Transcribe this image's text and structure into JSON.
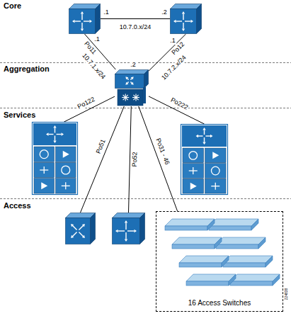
{
  "diagram": {
    "nodes": [
      {
        "text": []
      },
      {
        "text": []
      },
      {
        "text": []
      },
      {
        "text": []
      },
      {
        "text": []
      },
      {
        "text": []
      },
      {
        "text": []
      },
      {
        "text": [
          "16 Access Switches"
        ]
      }
    ],
    "edges": [
      {
        "from": 0,
        "to": 1,
        "arrow": "none",
        "label": "10.7.0.x/24"
      },
      {
        "from": 0,
        "to": 2,
        "arrow": "none",
        "label": "Po11"
      },
      {
        "from": 1,
        "to": 2,
        "arrow": "none",
        "label": "Po12"
      },
      {
        "from": 2,
        "to": 3,
        "arrow": "none",
        "label": "Po122"
      },
      {
        "from": 2,
        "to": 4,
        "arrow": "none",
        "label": "Po222"
      },
      {
        "from": 2,
        "to": 5,
        "arrow": "none",
        "label": "Po51"
      },
      {
        "from": 2,
        "to": 6,
        "arrow": "none",
        "label": "Po52"
      },
      {
        "from": 2,
        "to": 7,
        "arrow": "none",
        "label": "Po31 - 46"
      }
    ],
    "labels": [
      "Core",
      "Aggregation",
      "Services",
      "Access",
      ".1",
      ".2",
      ".1",
      ".1",
      ".2",
      "10.7.1.x/24",
      "10.7.2.x/24",
      "224838"
    ]
  }
}
